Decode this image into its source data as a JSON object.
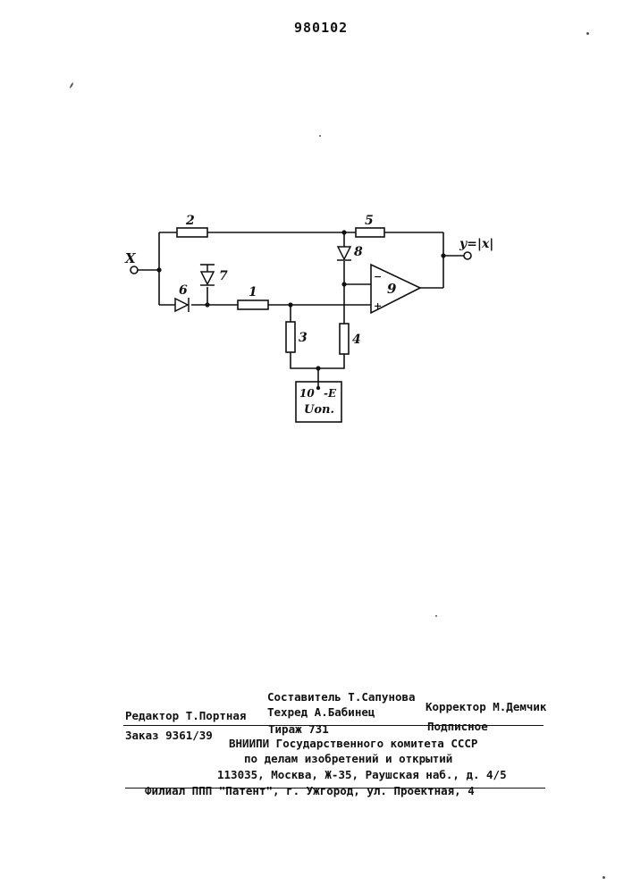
{
  "page_number": "980102",
  "diagram": {
    "input_label": "X",
    "output_label": "y=|x|",
    "components": {
      "r1": "1",
      "r2": "2",
      "r3": "3",
      "r4": "4",
      "r5": "5",
      "d6": "6",
      "d7": "7",
      "d8": "8",
      "opamp": "9",
      "ref_source": "10"
    },
    "opamp_minus": "−",
    "opamp_plus": "+",
    "ref_voltage": "-E",
    "ref_name": "Uon."
  },
  "footer": {
    "editor": "Редактор Т.Портная",
    "compiler": "Составитель Т.Сапунова",
    "techred": "Техред А.Бабинец",
    "corrector": "Корректор М.Демчик",
    "order": "Заказ 9361/39",
    "circulation": "Тираж 731",
    "subscription": "Подписное",
    "org_line1": "ВНИИПИ Государственного комитета СССР",
    "org_line2": "по делам изобретений и открытий",
    "org_address": "113035, Москва, Ж-35, Раушская наб., д. 4/5",
    "branch": "Филиал ППП \"Патент\", г. Ужгород, ул. Проектная, 4"
  }
}
